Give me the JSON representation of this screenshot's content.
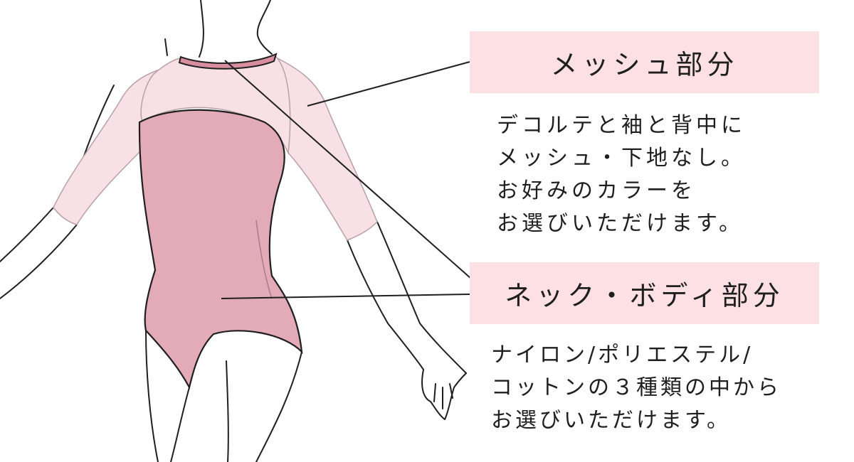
{
  "colors": {
    "label_background": "#fde0e3",
    "mesh_fabric": "#f7e1e6",
    "body_fabric": "#e3aab8",
    "neckband": "#d98ea0",
    "outline": "#1f1f1f"
  },
  "mesh": {
    "label": "メッシュ部分",
    "description": [
      "デコルテと袖と背中に",
      "メッシュ・下地なし。",
      "お好みのカラーを",
      "お選びいただけます。"
    ]
  },
  "body": {
    "label": "ネック・ボディ部分",
    "description": [
      "ナイロン/ポリエステル/",
      "コットンの３種類の中から",
      "お選びいただけます。"
    ]
  }
}
